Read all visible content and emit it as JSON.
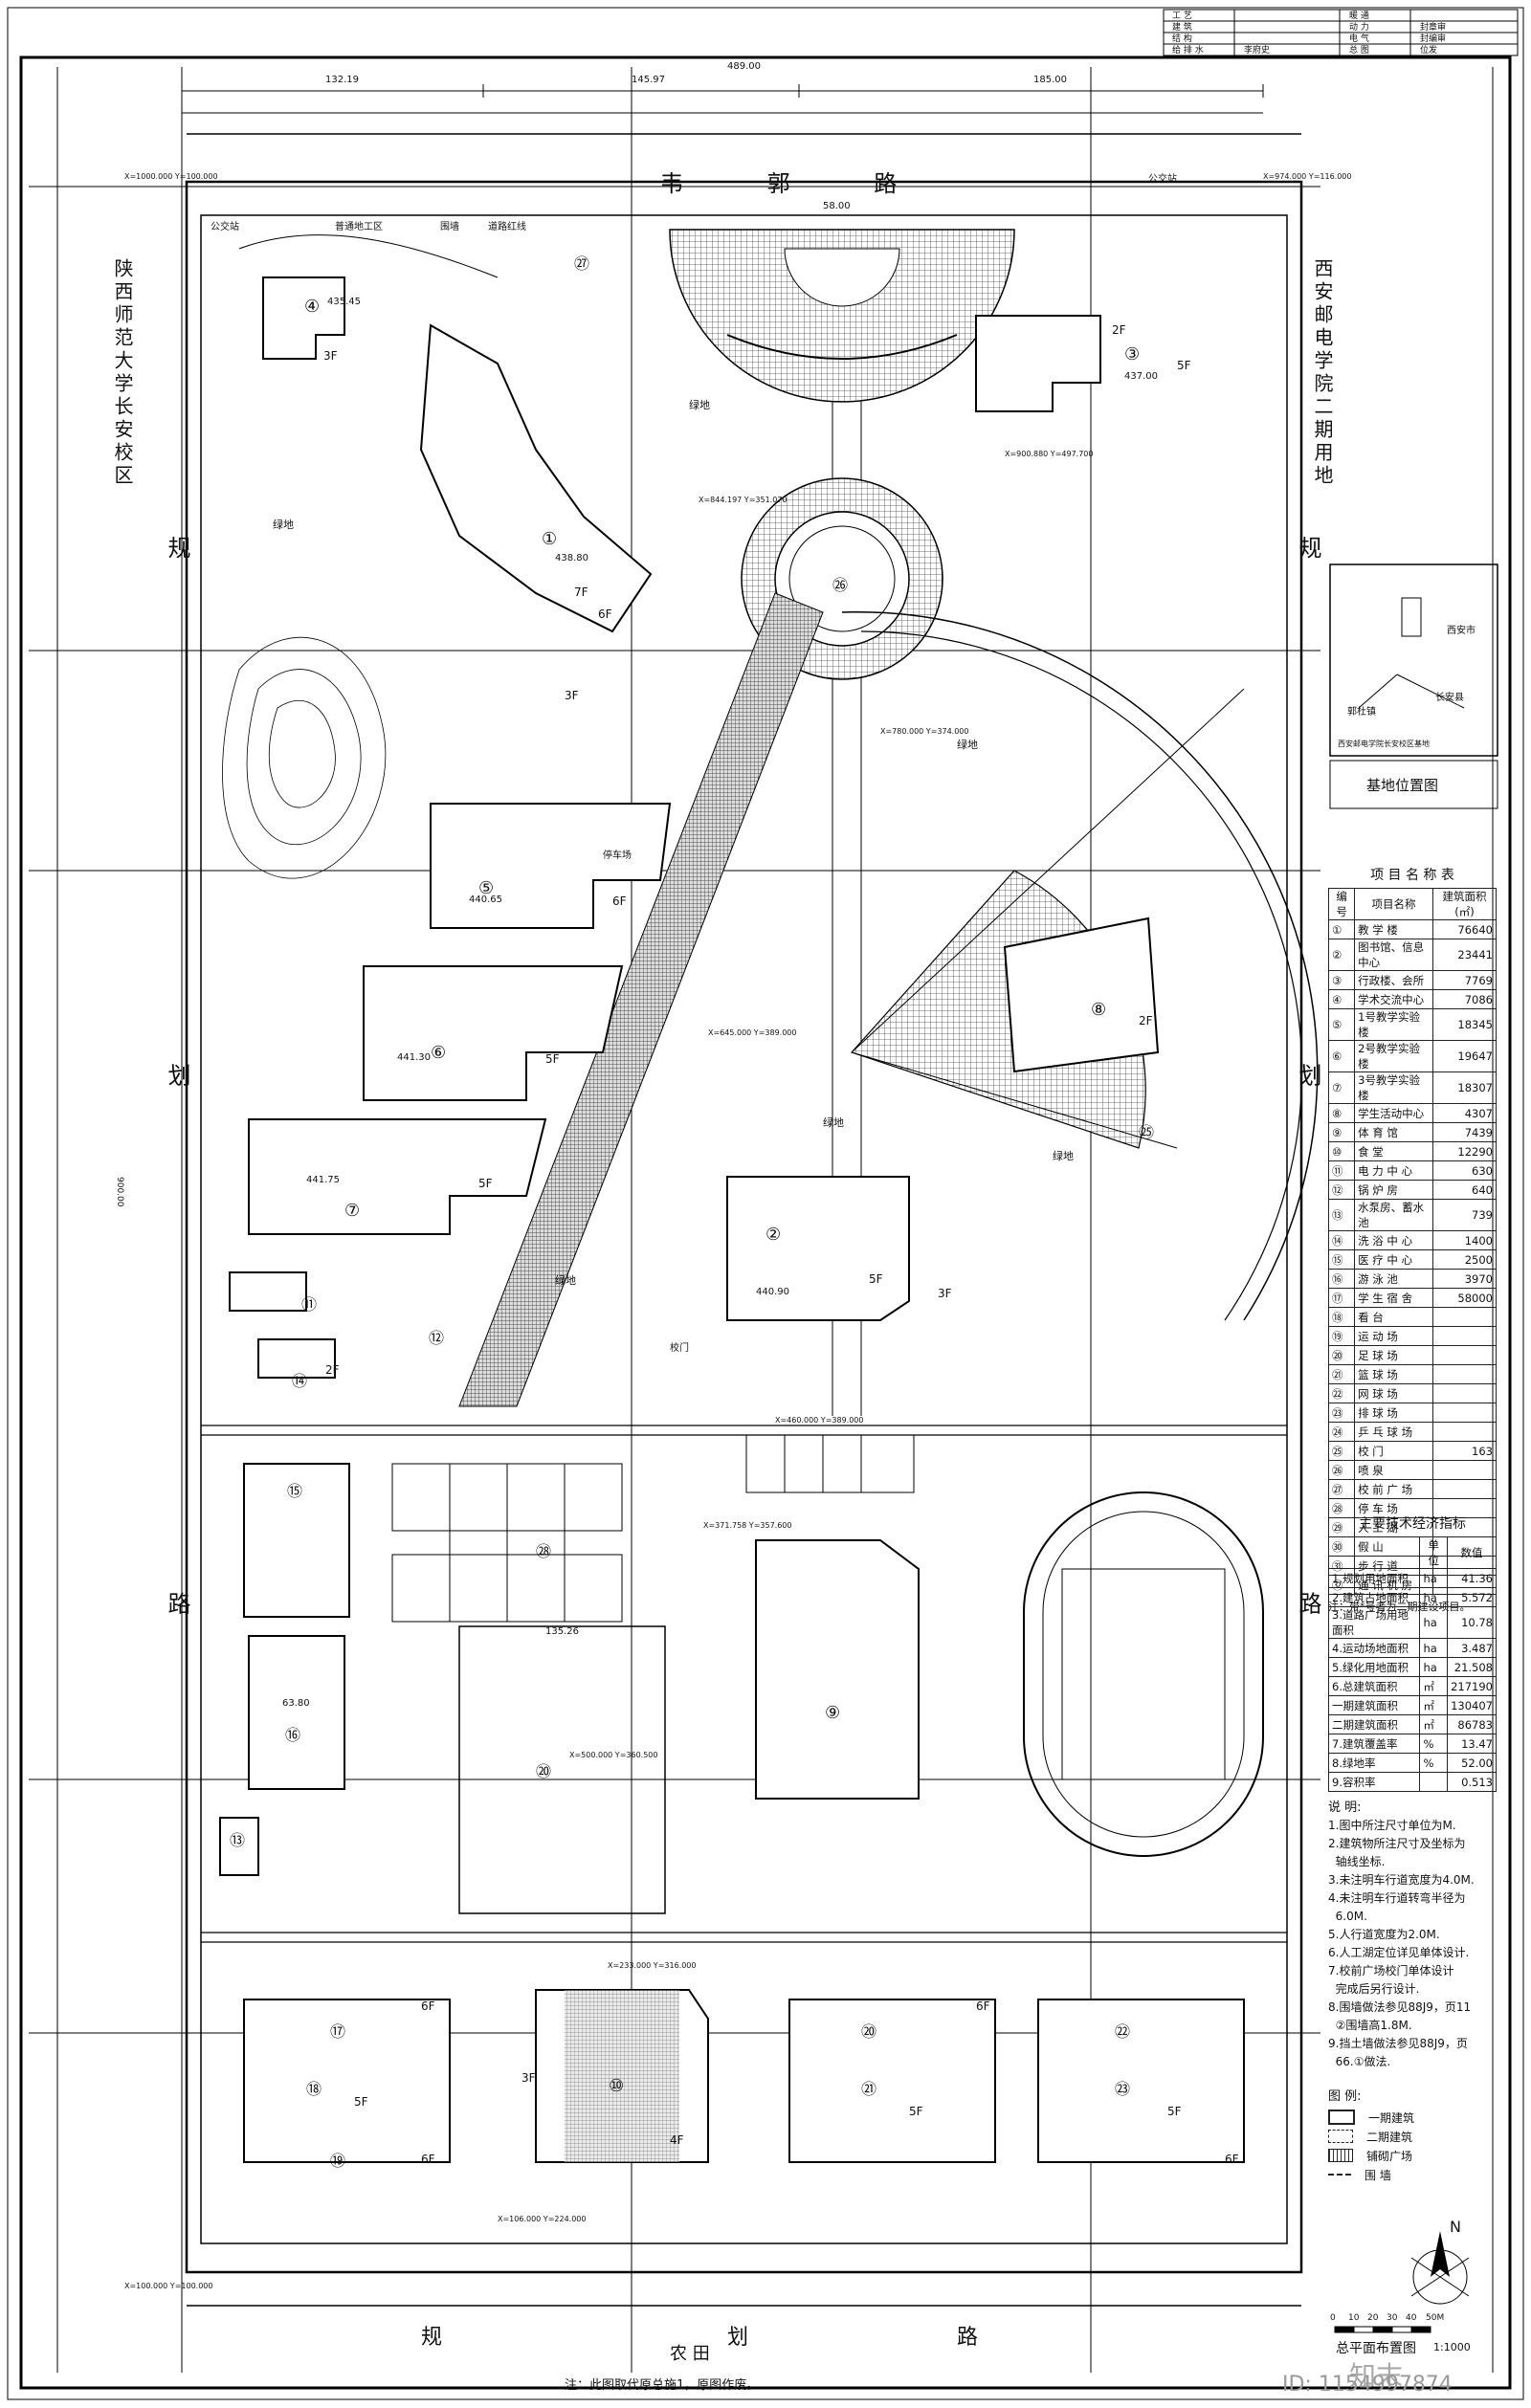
{
  "title_block": {
    "rows": [
      [
        "工 艺",
        "",
        "暖 通",
        ""
      ],
      [
        "建 筑",
        "",
        "动 力",
        "封章审"
      ],
      [
        "结 构",
        "",
        "电 气",
        "封编审"
      ],
      [
        "给 排 水",
        "李府史",
        "总 图",
        "位发"
      ]
    ]
  },
  "roads": {
    "north": "韦 郭 路",
    "south_west": "规",
    "south_mid": "划",
    "south_east": "路",
    "farmland": "农 田",
    "west_v": "规 划 路",
    "east_v": "规 划 路"
  },
  "boundary": {
    "west": "陕西师范大学长安校区",
    "east": "西安邮电学院二期用地"
  },
  "site_labels": {
    "greenland": "绿地",
    "parking": "停车场",
    "fence": "围墙",
    "boundary_line": "道路红线",
    "construction": "普通地工区",
    "bus": "公交站",
    "door": "校门"
  },
  "location_map": {
    "caption": "基地位置图",
    "city": "西安市",
    "county": "长安县",
    "town": "郭杜镇",
    "note": "西安邮电学院长安校区基地"
  },
  "project_table": {
    "title": "项 目 名 称 表",
    "headers": [
      "编号",
      "项目名称",
      "建筑面积(㎡)"
    ],
    "rows": [
      [
        "①",
        "教 学 楼",
        "76640"
      ],
      [
        "②",
        "图书馆、信息中心",
        "23441"
      ],
      [
        "③",
        "行政楼、会所",
        "7769"
      ],
      [
        "④",
        "学术交流中心",
        "7086"
      ],
      [
        "⑤",
        "1号教学实验楼",
        "18345"
      ],
      [
        "⑥",
        "2号教学实验楼",
        "19647"
      ],
      [
        "⑦",
        "3号教学实验楼",
        "18307"
      ],
      [
        "⑧",
        "学生活动中心",
        "4307"
      ],
      [
        "⑨",
        "体 育 馆",
        "7439"
      ],
      [
        "⑩",
        "食 堂",
        "12290"
      ],
      [
        "⑪",
        "电 力 中 心",
        "630"
      ],
      [
        "⑫",
        "锅 炉 房",
        "640"
      ],
      [
        "⑬",
        "水泵房、蓄水池",
        "739"
      ],
      [
        "⑭",
        "洗 浴 中 心",
        "1400"
      ],
      [
        "⑮",
        "医 疗 中 心",
        "2500"
      ],
      [
        "⑯",
        "游 泳 池",
        "3970"
      ],
      [
        "⑰",
        "学 生 宿 舍",
        "58000"
      ],
      [
        "⑱",
        "看 台",
        ""
      ],
      [
        "⑲",
        "运 动 场",
        ""
      ],
      [
        "⑳",
        "足 球 场",
        ""
      ],
      [
        "㉑",
        "篮 球 场",
        ""
      ],
      [
        "㉒",
        "网 球 场",
        ""
      ],
      [
        "㉓",
        "排 球 场",
        ""
      ],
      [
        "㉔",
        "乒 乓 球 场",
        ""
      ],
      [
        "㉕",
        "校 门",
        "163"
      ],
      [
        "㉖",
        "喷 泉",
        ""
      ],
      [
        "㉗",
        "校 前 广 场",
        ""
      ],
      [
        "㉘",
        "停 车 场",
        ""
      ],
      [
        "㉙",
        "人 工 湖",
        ""
      ],
      [
        "㉚",
        "假 山",
        ""
      ],
      [
        "㉛",
        "步 行 道",
        ""
      ],
      [
        "㉜",
        "通 讯 机 房",
        ""
      ]
    ],
    "note": "注：带*号者为二期建设项目。"
  },
  "indicators": {
    "title": "主要技术经济指标",
    "headers": [
      "",
      "单位",
      "数值"
    ],
    "rows": [
      [
        "1.规划用地面积",
        "ha",
        "41.36"
      ],
      [
        "2.建筑占地面积",
        "ha",
        "5.572"
      ],
      [
        "3.道路广场用地面积",
        "ha",
        "10.78"
      ],
      [
        "4.运动场地面积",
        "ha",
        "3.487"
      ],
      [
        "5.绿化用地面积",
        "ha",
        "21.508"
      ],
      [
        "6.总建筑面积",
        "㎡",
        "217190"
      ],
      [
        "一期建筑面积",
        "㎡",
        "130407"
      ],
      [
        "二期建筑面积",
        "㎡",
        "86783"
      ],
      [
        "7.建筑覆盖率",
        "%",
        "13.47"
      ],
      [
        "8.绿地率",
        "%",
        "52.00"
      ],
      [
        "9.容积率",
        "",
        "0.513"
      ]
    ]
  },
  "notes": {
    "title": "说 明:",
    "lines": [
      "1.图中所注尺寸单位为M.",
      "2.建筑物所注尺寸及坐标为",
      "  轴线坐标.",
      "3.未注明车行道宽度为4.0M.",
      "4.未注明车行道转弯半径为",
      "  6.0M.",
      "5.人行道宽度为2.0M.",
      "6.人工湖定位详见单体设计.",
      "7.校前广场校门单体设计",
      "  完成后另行设计.",
      "8.围墙做法参见88J9，页11",
      "  ②围墙高1.8M.",
      "9.挡土墙做法参见88J9，页",
      "  66.①做法."
    ]
  },
  "legend": {
    "title": "图 例:",
    "items": [
      "一期建筑",
      "二期建筑",
      "铺砌广场",
      "围 墙"
    ]
  },
  "scale": {
    "labels": [
      "0",
      "10",
      "20",
      "30",
      "40",
      "50M"
    ],
    "caption": "总平面布置图",
    "ratio": "1:1000"
  },
  "north_label": "N",
  "bottom_note": "注：此图取代原总施1，原图作废。",
  "watermark": {
    "brand": "知末",
    "id": "ID: 1154997874"
  },
  "floors": {
    "f2": "2F",
    "f3": "3F",
    "f4": "4F",
    "f5": "5F",
    "f6": "6F",
    "f7": "7F"
  },
  "coords": {
    "c1": "X=1000.000 Y=100.000",
    "c2": "X=974.000 Y=116.000",
    "c3": "X=900.880 Y=497.700",
    "c4": "X=844.197 Y=351.070",
    "c5": "X=780.000 Y=374.000",
    "c6": "X=645.000 Y=389.000",
    "c7": "X=460.000 Y=389.000",
    "c8": "X=371.758 Y=357.600",
    "c9": "X=233.000 Y=316.000",
    "c10": "X=106.000 Y=224.000",
    "c11": "X=100.000 Y=100.000",
    "c12": "X=500.000 Y=360.500"
  },
  "dims": {
    "d1": "132.19",
    "d2": "145.97",
    "d3": "185.00",
    "d4": "489.00",
    "d5": "58.00",
    "d6": "135.26",
    "d7": "63.80",
    "d8": "900.00"
  },
  "bldg": {
    "b1": "①",
    "b2": "②",
    "b3": "③",
    "b4": "④",
    "b5": "⑤",
    "b6": "⑥",
    "b7": "⑦",
    "b8": "⑧",
    "b9": "⑨",
    "b10": "⑩",
    "b11": "⑪",
    "b12": "⑫",
    "b13": "⑬",
    "b14": "⑭",
    "b15": "⑮",
    "b16": "⑯",
    "b17": "⑰",
    "b18": "⑱",
    "b19": "⑲",
    "b20": "⑳",
    "b21": "㉑",
    "b22": "㉒",
    "b23": "㉓",
    "b25": "㉕",
    "b26": "㉖",
    "b27": "㉗",
    "b28": "㉘"
  },
  "elev": {
    "e1": "435.45",
    "e2": "437.00",
    "e3": "438.80",
    "e4": "440.65",
    "e5": "441.30",
    "e6": "441.75",
    "e7": "440.90"
  }
}
